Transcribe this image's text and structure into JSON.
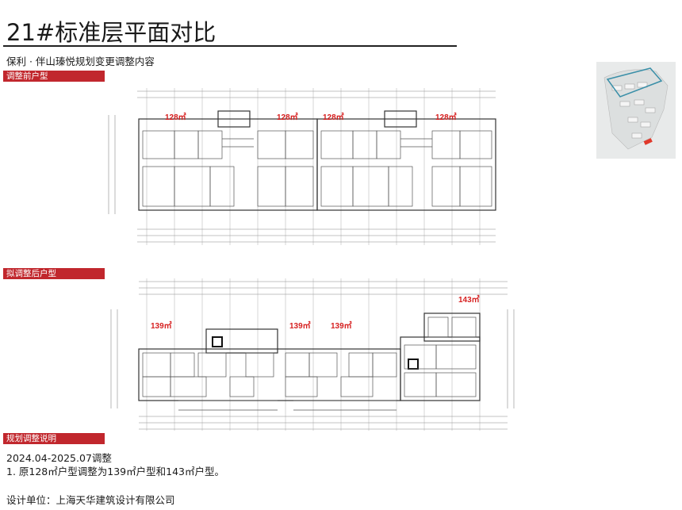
{
  "header": {
    "title": "21#标准层平面对比",
    "subtitle": "保利 · 伴山瑧悦规划变更调整内容"
  },
  "sections": {
    "before": "调整前户型",
    "after": "拟调整后户型",
    "notes": "规划调整说明"
  },
  "before_plan": {
    "units": [
      "128㎡",
      "128㎡",
      "128㎡",
      "128㎡"
    ]
  },
  "after_plan": {
    "units": [
      "139㎡",
      "139㎡",
      "139㎡",
      "143㎡"
    ]
  },
  "notes": {
    "date_range": "2024.04-2025.07调整",
    "item_1": "1.  原128㎡户型调整为139㎡户型和143㎡户型。"
  },
  "designer": "设计单位：上海天华建筑设计有限公司",
  "colors": {
    "section_red": "#c1272d",
    "label_red": "#d62020",
    "site_highlight": "#3a8fa8"
  }
}
